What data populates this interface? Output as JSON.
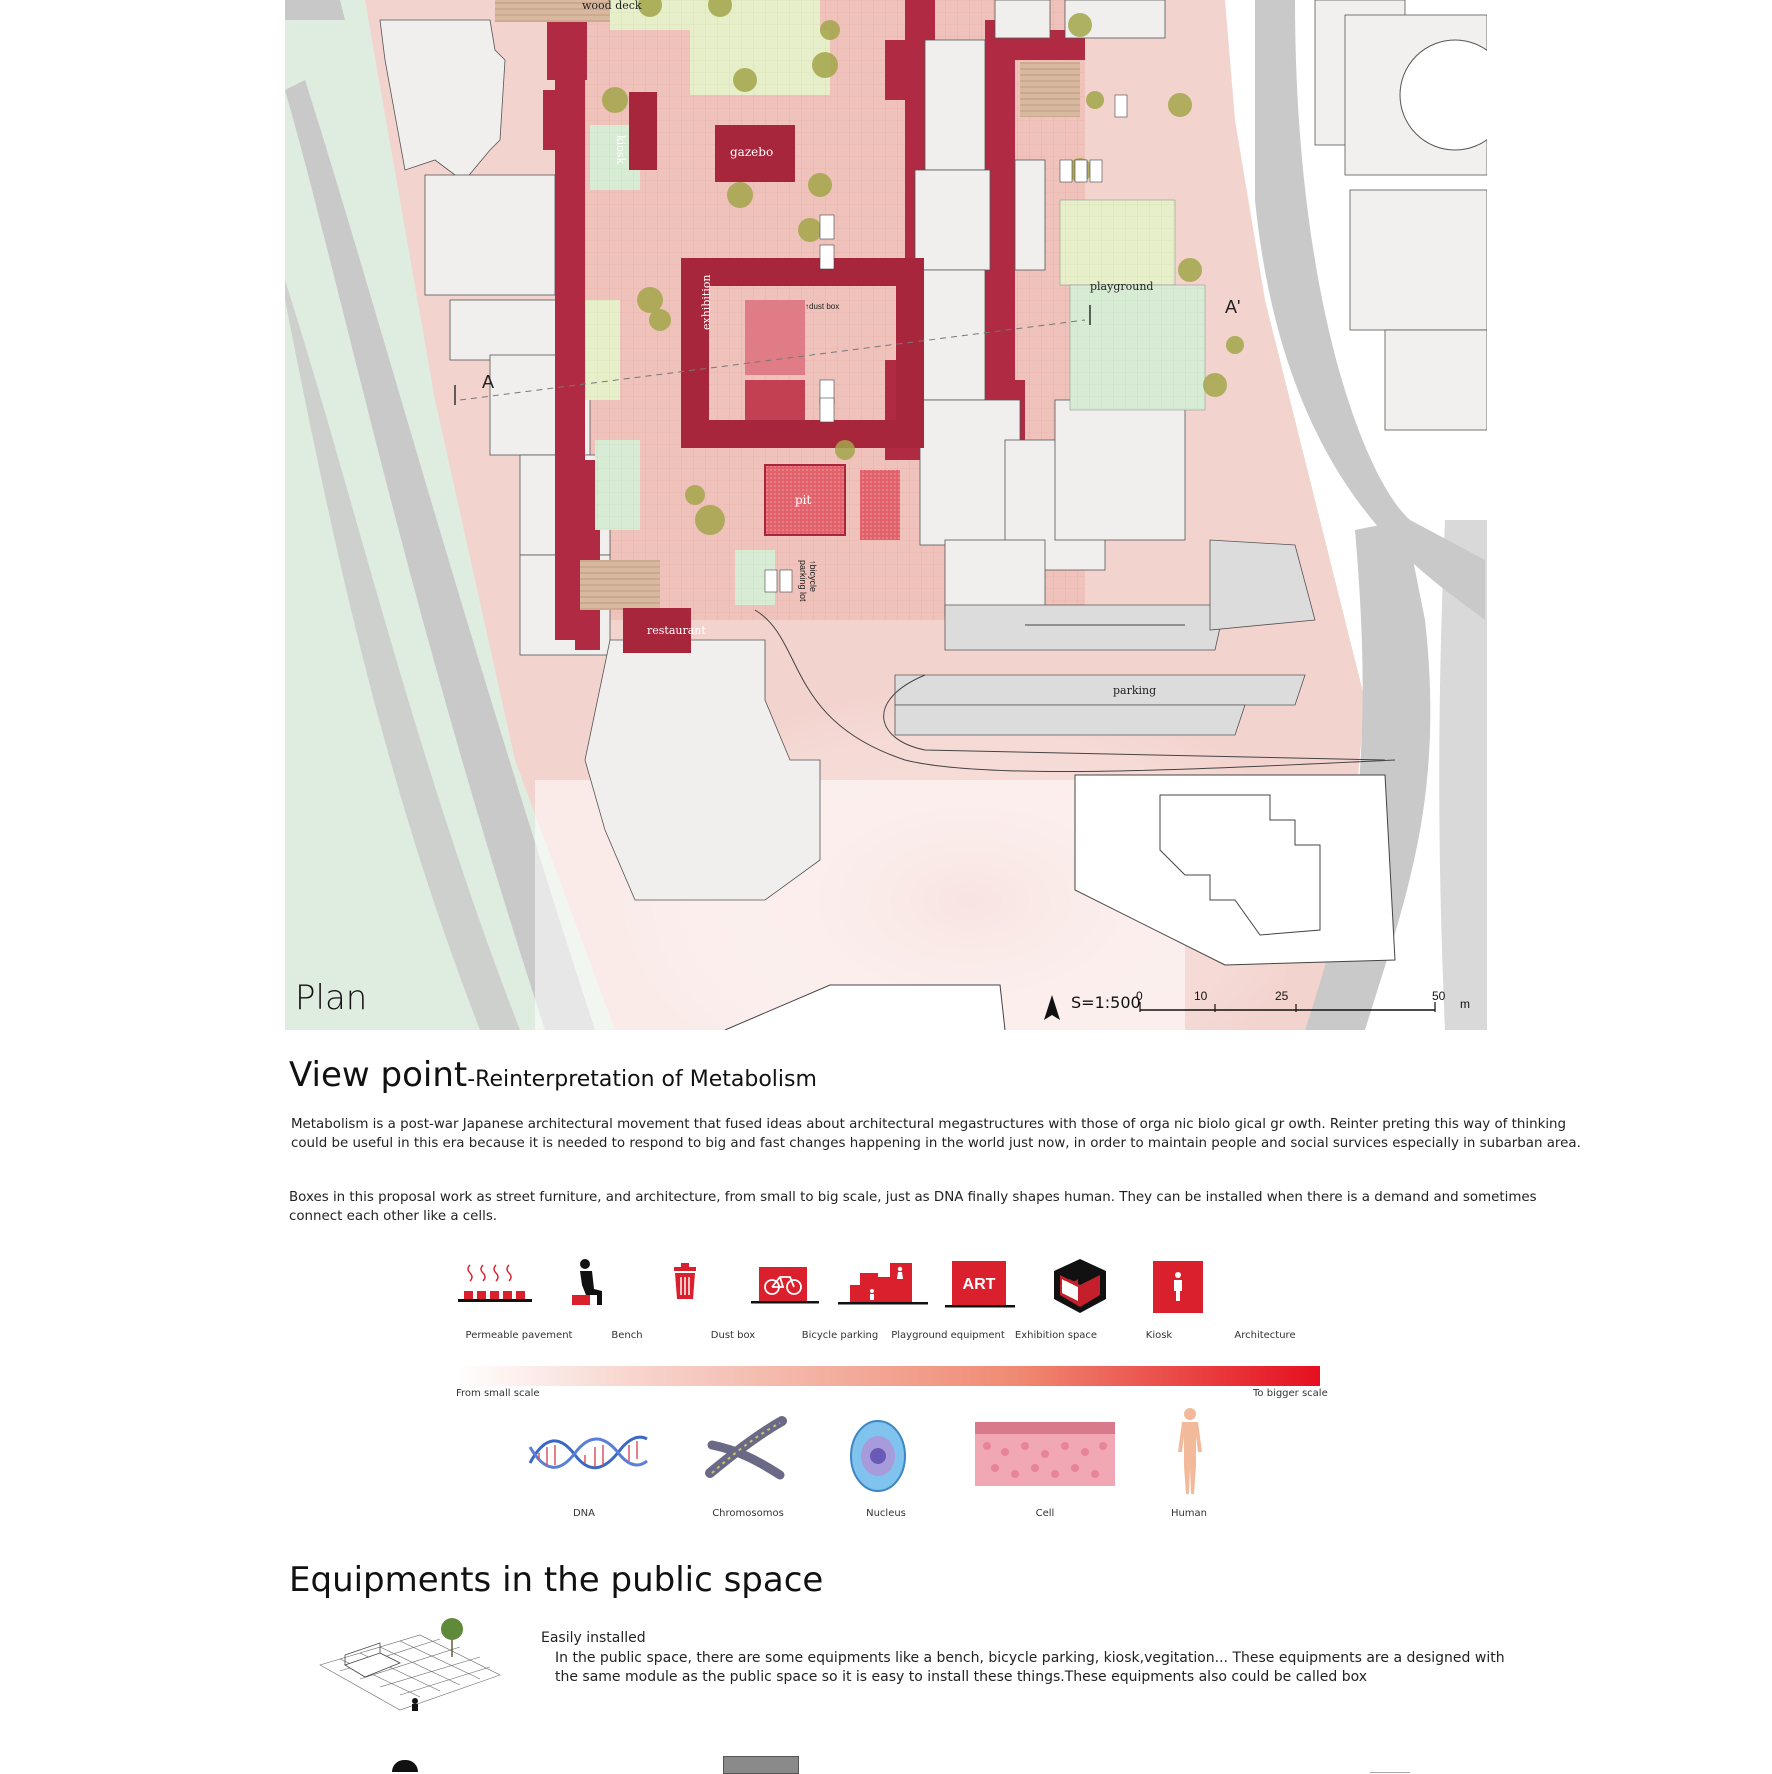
{
  "plan": {
    "title": "Plan",
    "labels": {
      "wood_deck": "wood deck",
      "kiosk": "kiosk",
      "gazebo": "gazebo",
      "dust_box": "↑dust box",
      "playground": "playground",
      "exhibition": "exhibition",
      "pit": "pit",
      "bicycle_parking": "↑bicycle parking lot",
      "restaurant": "restaurant",
      "parking": "parking",
      "section_a": "A",
      "section_a_prime": "A'"
    },
    "scale_text": "S=1:500",
    "scale_ticks": [
      "0",
      "10",
      "25",
      "50"
    ],
    "scale_unit": "m"
  },
  "viewpoint": {
    "title": "View point",
    "subtitle": "-Reinterpretation of Metabolism",
    "para1_line1": "Metabolism is a post-war Japanese architectural movement that fused ideas about architectural megastructures with those of orga nic biolo gical gr owth. Reinter preting this way of thinking",
    "para1_line2": "could be useful in this era because it is needed to respond to big and fast changes happening in the world just now, in order to maintain people and social survices especially in subarban area.",
    "para2_line1": "Boxes in this proposal work as street furniture, and architecture, from small to big scale, just as DNA finally shapes human. They can be installed when there is a demand and sometimes",
    "para2_line2": "connect each other like a cells."
  },
  "scale_icons": [
    {
      "label": "Permeable pavement",
      "icon": "permeable-pavement-icon"
    },
    {
      "label": "Bench",
      "icon": "bench-icon"
    },
    {
      "label": "Dust box",
      "icon": "dust-box-icon"
    },
    {
      "label": "Bicycle parking",
      "icon": "bicycle-parking-icon"
    },
    {
      "label": "Playground equipment",
      "icon": "playground-icon"
    },
    {
      "label": "Exhibition space",
      "icon": "exhibition-icon"
    },
    {
      "label": "Kiosk",
      "icon": "kiosk-icon"
    },
    {
      "label": "Architecture",
      "icon": "architecture-icon"
    }
  ],
  "art_text": "ART",
  "scale_from": "From small scale",
  "scale_to": "To bigger scale",
  "bio": [
    {
      "label": "DNA"
    },
    {
      "label": "Chromosomos"
    },
    {
      "label": "Nucleus"
    },
    {
      "label": "Cell"
    },
    {
      "label": "Human"
    }
  ],
  "equipments": {
    "title": "Equipments in the public space",
    "subtitle": "Easily installed",
    "line1": "In the public space, there are some equipments like a bench, bicycle parking, kiosk,vegitation... These equipments are a designed with",
    "line2": "the same module as the public space so it is easy to install these things.These equipments also could be called box"
  },
  "colors": {
    "accent": "#a8263c",
    "pavement": "#efc4bd",
    "green": "#d6ecd6",
    "road": "#c9c9c9",
    "icon_red": "#d9202c"
  }
}
